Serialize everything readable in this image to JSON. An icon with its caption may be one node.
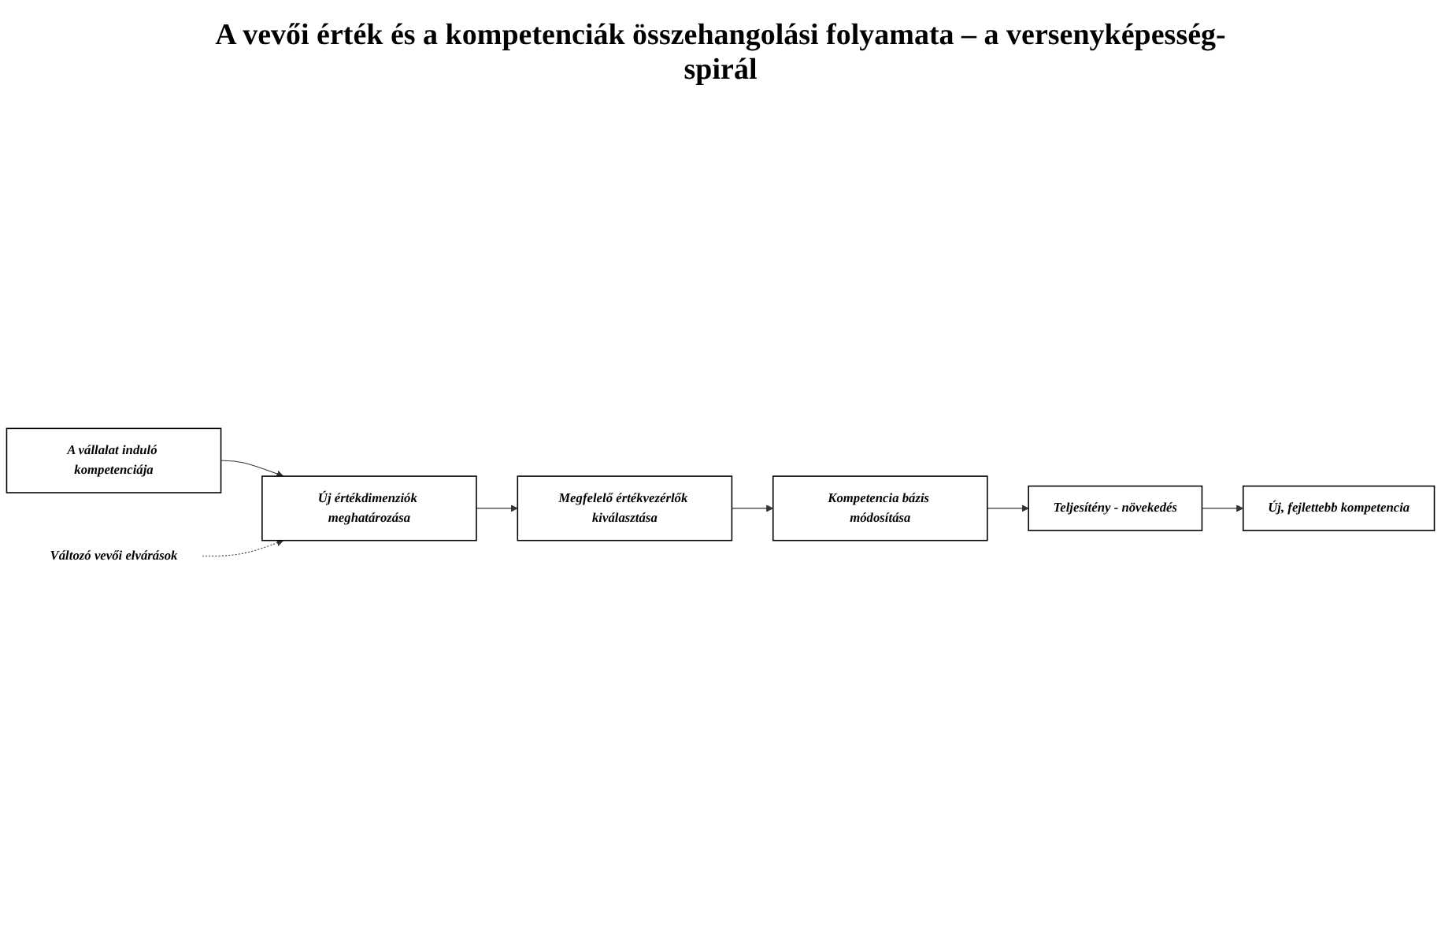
{
  "diagram": {
    "title": "A vevői érték és a kompetenciák összehangolási folyamata – a versenyképesség-spirál",
    "nodes": [
      {
        "text": [
          "Megfelelő értékvezérlők kiválasztása"
        ]
      },
      {
        "text": [
          "Kompetencia bázis módosítása"
        ]
      },
      {
        "text": [
          "Teljesítény - növekedés"
        ]
      },
      {
        "text": [
          "Új, fejlettebb kompetencia"
        ]
      },
      {
        "text": [
          "A vállalat induló kompetenciája"
        ]
      },
      {
        "text": [
          "Új értékdimenziók meghatározása"
        ]
      },
      {
        "text": [
          "Változó vevői elvárások"
        ]
      }
    ],
    "edges": [
      {
        "from": 4,
        "to": 5,
        "arrow": "to"
      },
      {
        "from": 5,
        "to": 0,
        "arrow": "to"
      },
      {
        "from": 0,
        "to": 1,
        "arrow": "to"
      },
      {
        "from": 1,
        "to": 2,
        "arrow": "to"
      },
      {
        "from": 2,
        "to": 3,
        "arrow": "to"
      },
      {
        "from": 6,
        "to": 5,
        "arrow": "to",
        "style": "dashed"
      }
    ]
  }
}
